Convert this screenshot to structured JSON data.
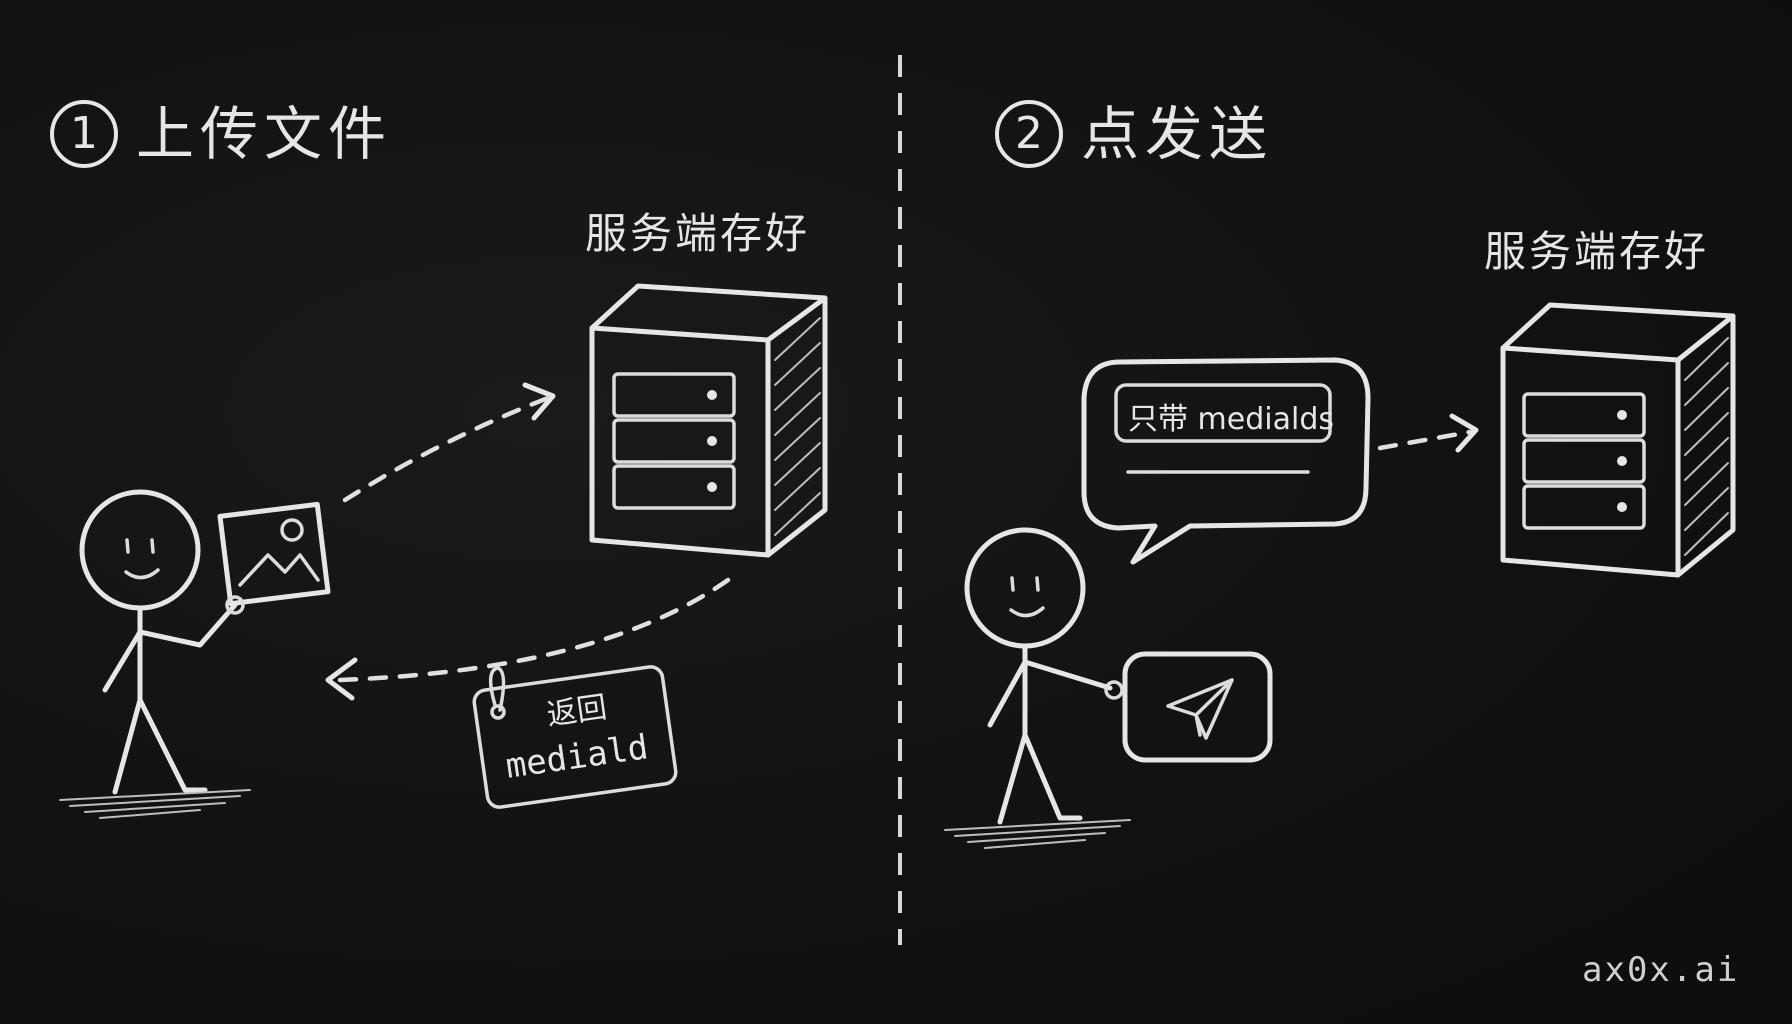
{
  "steps": [
    {
      "number": "1",
      "label": "上传文件",
      "server_label": "服务端存好",
      "return_tag_line1": "返回",
      "return_tag_line2": "mediald"
    },
    {
      "number": "2",
      "label": "点发送",
      "server_label": "服务端存好",
      "bubble_text": "只带 medialds"
    }
  ],
  "watermark": "ax0x.ai",
  "colors": {
    "background": "#121212",
    "chalk": "#e6e6e6"
  },
  "icons": [
    "image-icon",
    "send-icon",
    "server-icon"
  ]
}
